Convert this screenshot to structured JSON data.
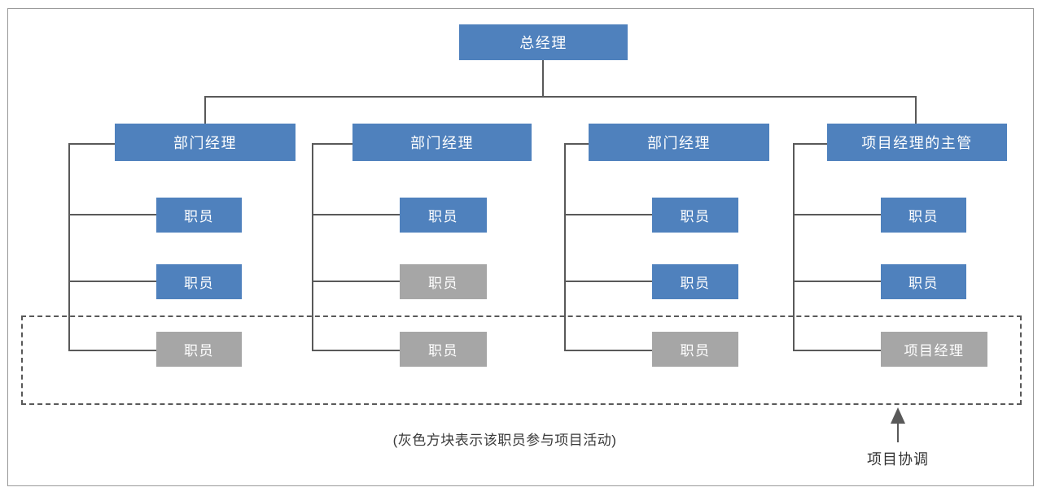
{
  "diagram": {
    "title_note": "organizational chart with project coordination overlay",
    "root": {
      "label": "总经理",
      "variant": "blue"
    },
    "columns": [
      {
        "manager": {
          "label": "部门经理",
          "variant": "blue"
        },
        "staff": [
          {
            "label": "职员",
            "variant": "blue"
          },
          {
            "label": "职员",
            "variant": "blue"
          },
          {
            "label": "职员",
            "variant": "gray"
          }
        ]
      },
      {
        "manager": {
          "label": "部门经理",
          "variant": "blue"
        },
        "staff": [
          {
            "label": "职员",
            "variant": "blue"
          },
          {
            "label": "职员",
            "variant": "gray"
          },
          {
            "label": "职员",
            "variant": "gray"
          }
        ]
      },
      {
        "manager": {
          "label": "部门经理",
          "variant": "blue"
        },
        "staff": [
          {
            "label": "职员",
            "variant": "blue"
          },
          {
            "label": "职员",
            "variant": "blue"
          },
          {
            "label": "职员",
            "variant": "gray"
          }
        ]
      },
      {
        "manager": {
          "label": "项目经理的主管",
          "variant": "blue"
        },
        "staff": [
          {
            "label": "职员",
            "variant": "blue"
          },
          {
            "label": "职员",
            "variant": "blue"
          },
          {
            "label": "项目经理",
            "variant": "gray"
          }
        ]
      }
    ],
    "caption": "(灰色方块表示该职员参与项目活动)",
    "coordination_label": "项目协调",
    "colors": {
      "box_blue": "#4F81BD",
      "box_gray": "#A6A6A6",
      "line": "#595959",
      "box_text": "#FFFFFF",
      "caption_text": "#3A3A3A"
    }
  }
}
